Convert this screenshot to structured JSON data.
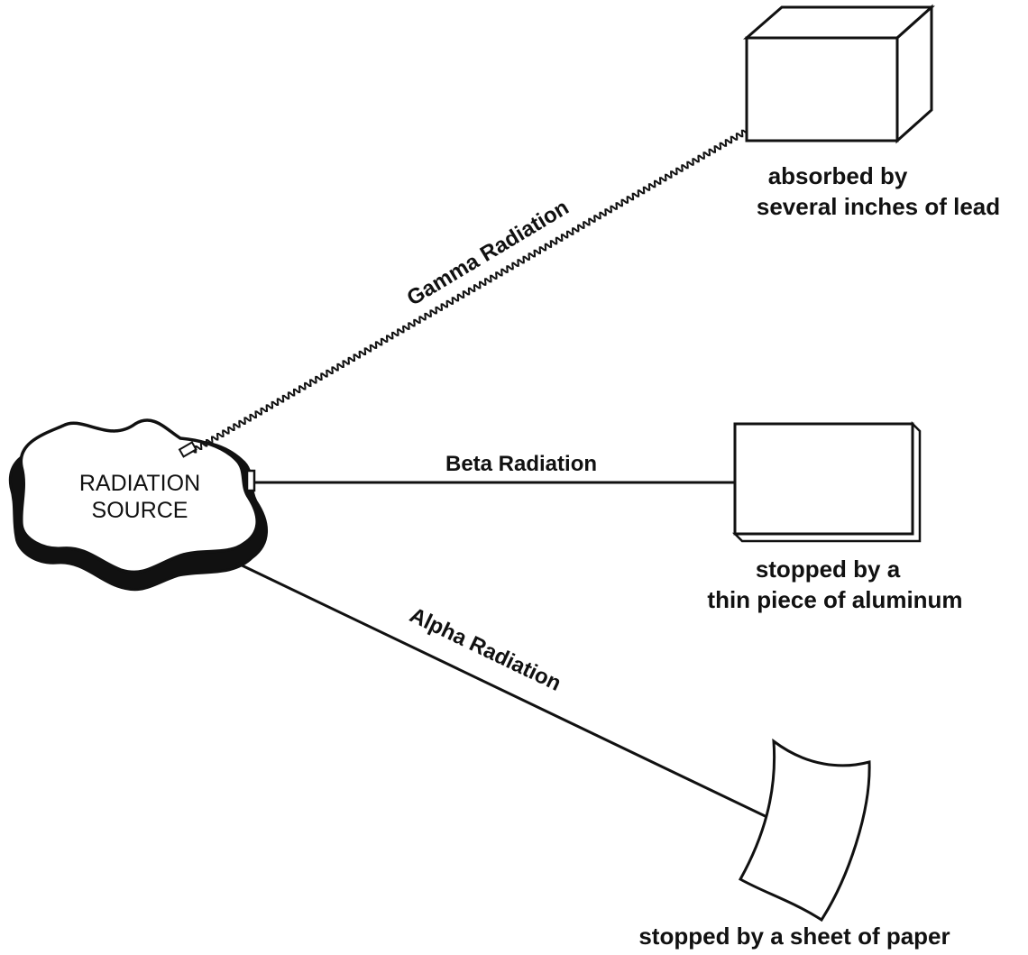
{
  "source": {
    "line1": "RADIATION",
    "line2": "SOURCE"
  },
  "rays": {
    "gamma": {
      "label": "Gamma Radiation"
    },
    "beta": {
      "label": "Beta Radiation"
    },
    "alpha": {
      "label": "Alpha Radiation"
    }
  },
  "targets": {
    "lead": {
      "caption_line1": "absorbed by",
      "caption_line2": "several inches of lead"
    },
    "aluminum": {
      "caption_line1": "stopped by a",
      "caption_line2": "thin piece of aluminum"
    },
    "paper": {
      "caption": "stopped by a sheet of paper"
    }
  },
  "colors": {
    "ink": "#111111",
    "background": "#ffffff"
  }
}
